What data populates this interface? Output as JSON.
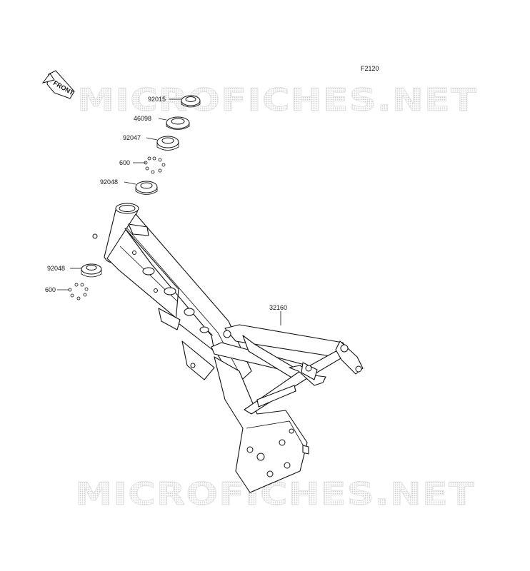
{
  "diagram": {
    "code": "F2120",
    "front_label": "FRONT",
    "watermark": "MICROFICHES.NET",
    "callouts": [
      {
        "id": "c1",
        "text": "92015"
      },
      {
        "id": "c2",
        "text": "46098"
      },
      {
        "id": "c3",
        "text": "92047"
      },
      {
        "id": "c4",
        "text": "600"
      },
      {
        "id": "c5",
        "text": "92048"
      },
      {
        "id": "c6",
        "text": "92048"
      },
      {
        "id": "c7",
        "text": "600"
      },
      {
        "id": "c8",
        "text": "32160"
      }
    ]
  }
}
